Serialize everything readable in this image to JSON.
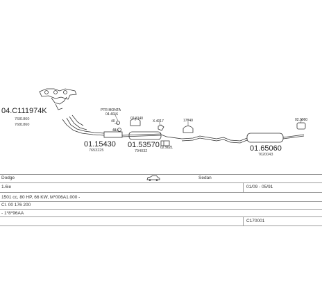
{
  "parts": {
    "manifold": {
      "code": "04.C111974K",
      "refs": [
        "7681860",
        "7681860"
      ]
    },
    "front_pipe": {
      "code": "01.15430",
      "ref": "7653225"
    },
    "front_pipe_kit": {
      "name": "PTR MONTA",
      "ref": "04.4016"
    },
    "small_40": {
      "code": "40"
    },
    "small_48": {
      "code": "48"
    },
    "clamp_a": {
      "code": "02.8140"
    },
    "mid_silencer": {
      "code": "01.53570",
      "ref": "794032"
    },
    "hanger": {
      "code": "X.4017"
    },
    "bracket": {
      "code": "02.9021"
    },
    "clamp_b": {
      "code": "17840"
    },
    "rear_silencer": {
      "code": "01.65060",
      "ref": "7620043"
    },
    "rear_clamp": {
      "code": "02.9060"
    }
  },
  "vehicle": {
    "make": "Dodge",
    "body": "Sedan",
    "engine": "1.6ie",
    "years": "01/09 - 05/91",
    "spec": "1501 cc, 80 HP, 66 KW, M*006A1.000 -",
    "fitting": "Cl. 00 176 200",
    "note": "- 1*8*96AA",
    "code": "C170001"
  },
  "colors": {
    "line": "#333333",
    "text": "#222222",
    "grid": "#9a9a9a"
  },
  "icons": {
    "car": "car-silhouette-icon"
  }
}
